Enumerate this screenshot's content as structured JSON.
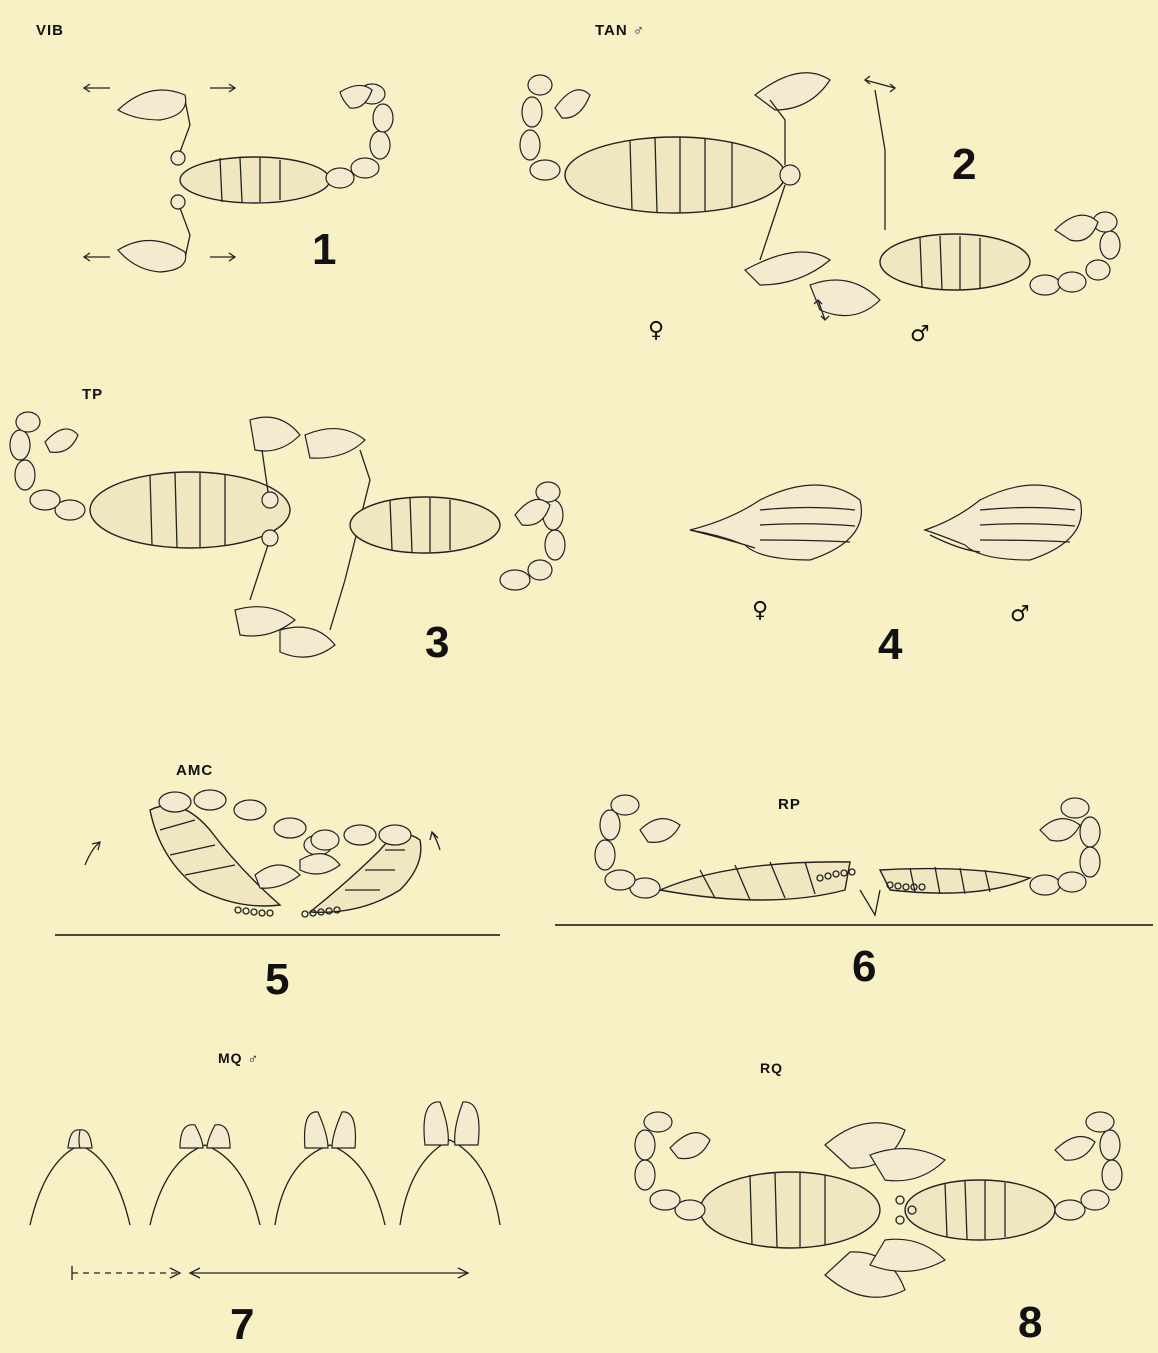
{
  "figures": [
    {
      "id": "1",
      "label": "VIB",
      "number": "1"
    },
    {
      "id": "2",
      "label": "TAN ♂",
      "number": "2",
      "sex_left": "♀",
      "sex_right": "♂"
    },
    {
      "id": "3",
      "label": "TP",
      "number": "3"
    },
    {
      "id": "4",
      "label": "",
      "number": "4",
      "sex_left": "♀",
      "sex_right": "♂"
    },
    {
      "id": "5",
      "label": "AMC",
      "number": "5"
    },
    {
      "id": "6",
      "label": "RP",
      "number": "6"
    },
    {
      "id": "7",
      "label": "MQ ♂",
      "number": "7"
    },
    {
      "id": "8",
      "label": "RQ",
      "number": "8"
    }
  ]
}
